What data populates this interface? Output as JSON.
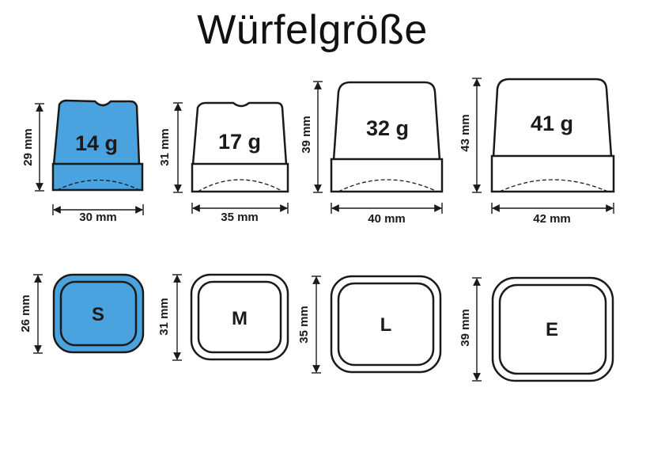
{
  "title": "Würfelgröße",
  "colors": {
    "highlight": "#4aa3df",
    "stroke": "#1a1a1a",
    "background": "#ffffff"
  },
  "cubes": [
    {
      "weight": "14 g",
      "height": "29 mm",
      "width": "30 mm",
      "size": "S",
      "top_height": "26 mm",
      "highlighted": true
    },
    {
      "weight": "17 g",
      "height": "31 mm",
      "width": "35 mm",
      "size": "M",
      "top_height": "31 mm",
      "highlighted": false
    },
    {
      "weight": "32 g",
      "height": "39 mm",
      "width": "40 mm",
      "size": "L",
      "top_height": "35 mm",
      "highlighted": false
    },
    {
      "weight": "41 g",
      "height": "43 mm",
      "width": "42 mm",
      "size": "E",
      "top_height": "39 mm",
      "highlighted": false
    }
  ]
}
